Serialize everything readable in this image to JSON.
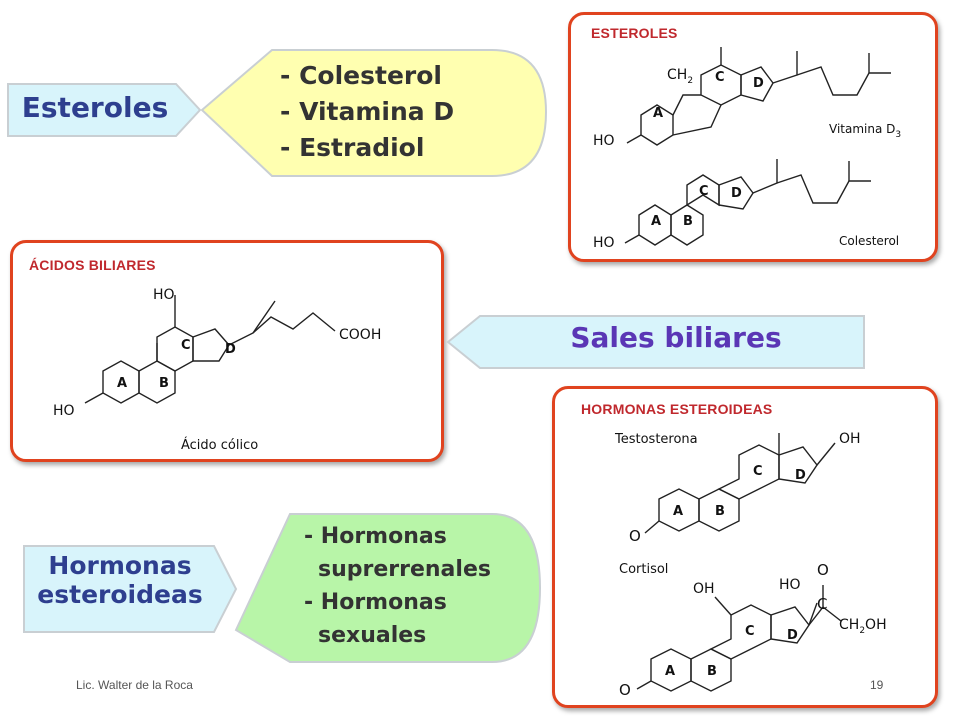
{
  "esteroles_label": "Esteroles",
  "esteroles_bubble": {
    "items": [
      "- Colesterol",
      "- Vitamina D",
      "- Estradiol"
    ],
    "fill": "#ffffb0"
  },
  "hormonas_label": [
    "Hormonas",
    "esteroideas"
  ],
  "hormonas_bubble": {
    "items": [
      "- Hormonas",
      "suprerrenales",
      "- Hormonas",
      "sexuales"
    ],
    "fill": "#b8f5a8"
  },
  "sales_label": "Sales biliares",
  "panels": {
    "esteroles": {
      "title": "ESTEROLES",
      "labels": {
        "ch2": "CH",
        "ch2_sub": "2",
        "ho1": "HO",
        "ho2": "HO",
        "vitd": "Vitamina D",
        "vitd_sub": "3",
        "colesterol": "Colesterol",
        "rings1": [
          "A",
          "C",
          "D"
        ],
        "rings2": [
          "A",
          "B",
          "C",
          "D"
        ]
      }
    },
    "biliares": {
      "title": "ÁCIDOS BILIARES",
      "labels": {
        "ho_top": "HO",
        "ho_left": "HO",
        "cooh": "COOH",
        "name": "Ácido cólico",
        "rings": [
          "A",
          "B",
          "C",
          "D"
        ]
      }
    },
    "hormonas": {
      "title": "HORMONAS ESTEROIDEAS",
      "labels": {
        "testosterona": "Testosterona",
        "oh1": "OH",
        "o1": "O",
        "rings1": [
          "A",
          "B",
          "C",
          "D"
        ],
        "cortisol": "Cortisol",
        "oh2": "OH",
        "ho3": "HO",
        "o_top": "O",
        "c_carbonyl": "C",
        "ch2oh": "CH",
        "ch2oh_sub": "2",
        "ch2oh_end": "OH",
        "o2": "O",
        "rings2": [
          "A",
          "B",
          "C",
          "D"
        ]
      }
    }
  },
  "colors": {
    "panel_border": "#e0431f",
    "panel_title": "#c0282d",
    "label_fill": "#d8f4fb",
    "label_text": "#2e3f8f"
  },
  "footer": {
    "author": "Lic. Walter de la Roca",
    "page": "19"
  }
}
